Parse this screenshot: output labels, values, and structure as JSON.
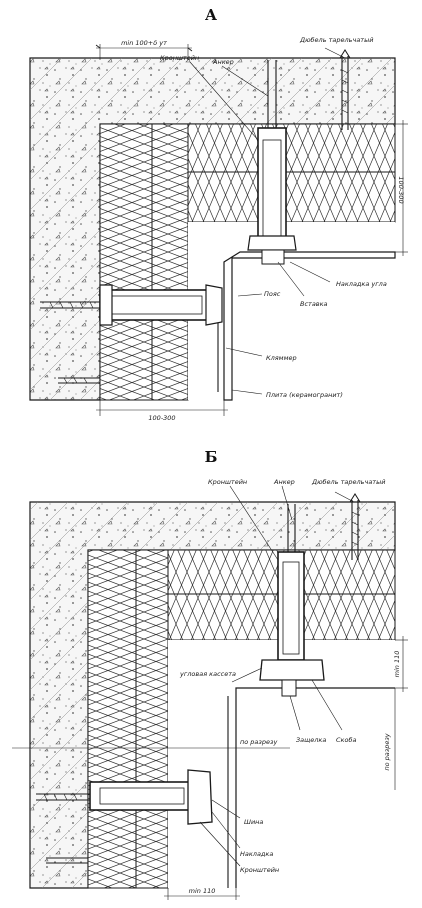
{
  "detail_a": {
    "title": "А",
    "dim_top": "min 100+δ ут",
    "dim_right": "100-300",
    "dim_bottom": "100-300",
    "labels": {
      "bracket": "Кронштейн",
      "anchor": "Анкер",
      "dowel": "Дюбель тарельчатый",
      "overlay": "Накладка угла",
      "insert": "Вставка",
      "belt": "Пояс",
      "clamp": "Кляммер",
      "tile": "Плита (керамогранит)"
    }
  },
  "detail_b": {
    "title": "Б",
    "dim_right": "min 110",
    "dim_bottom": "min 110",
    "dim_cut": "по разрезу",
    "dim_cut_left": "по разрезу",
    "labels": {
      "bracket": "Кронштейн",
      "anchor": "Анкер",
      "dowel": "Дюбель тарельчатый",
      "corner_cassette": "угловая кассета",
      "latch": "Защелка",
      "staple": "Скоба",
      "rail": "Шина",
      "overlay": "Накладка",
      "bracket_bottom": "Кронштейн"
    }
  }
}
